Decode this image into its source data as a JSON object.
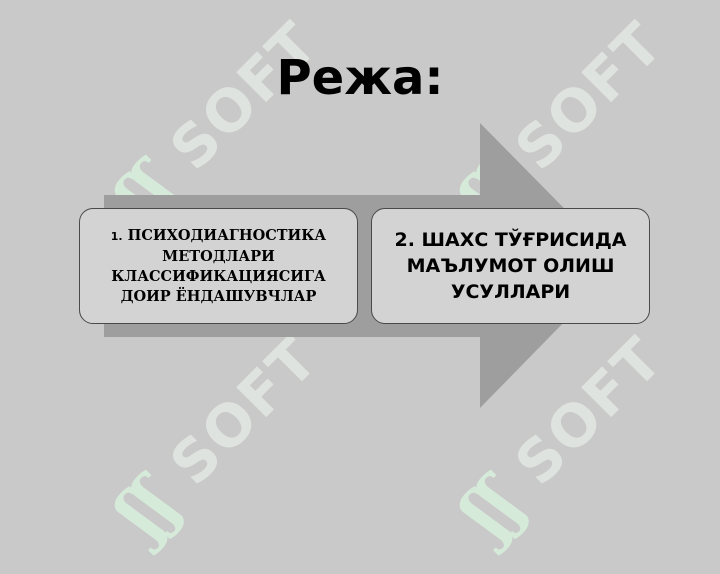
{
  "title": "Режа:",
  "steps": [
    {
      "number": "1.",
      "label": "ПСИХОДИАГНОСТИКА МЕТОДЛАРИ КЛАССИФИКАЦИЯСИГА ДОИР ЁНДАШУВЧЛАР"
    },
    {
      "label": "2. ШАХС ТЎҒРИСИДА МАЪЛУМОТ ОЛИШ УСУЛЛАРИ"
    }
  ],
  "watermark": {
    "text": "SOFT",
    "logo": "ʃʃ"
  },
  "colors": {
    "background": "#c9c9c9",
    "arrow": "#9e9e9e",
    "box_fill": "#d3d3d3",
    "box_border": "#4a4a4a",
    "watermark": "#dcefdf"
  }
}
